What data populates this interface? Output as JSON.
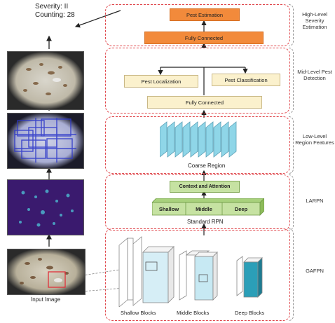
{
  "output": {
    "severity": "Severity: II",
    "counting": "Counting: 28"
  },
  "left_column": {
    "input_label": "Input Image"
  },
  "high_level": {
    "top_box": "Pest Estimation",
    "bottom_box": "Fully Connected",
    "side_label": "High-Level Severity Estimation"
  },
  "mid_level": {
    "left_box": "Pest Localization",
    "right_box": "Pest Classification",
    "bottom_box": "Fully Connected",
    "side_label": "Mid-Level Pest Detection"
  },
  "low_level": {
    "caption": "Coarse Region",
    "side_label": "Low-Level Region Features"
  },
  "larpn": {
    "box": "Context and Attention",
    "bar_labels": [
      "Shallow",
      "Middle",
      "Deep"
    ],
    "caption": "Standard RPN",
    "side_label": "LARPN"
  },
  "gafpn": {
    "block_labels": [
      "Shallow Blocks",
      "Middle Blocks",
      "Deep Blocks"
    ],
    "side_label": "GAFPN"
  },
  "colors": {
    "dashed_border": "#e0474c",
    "orange": "#f28a3b",
    "cream": "#fbf1cd",
    "green": "#c6e2a2",
    "cyan": "#8fd6e8"
  }
}
